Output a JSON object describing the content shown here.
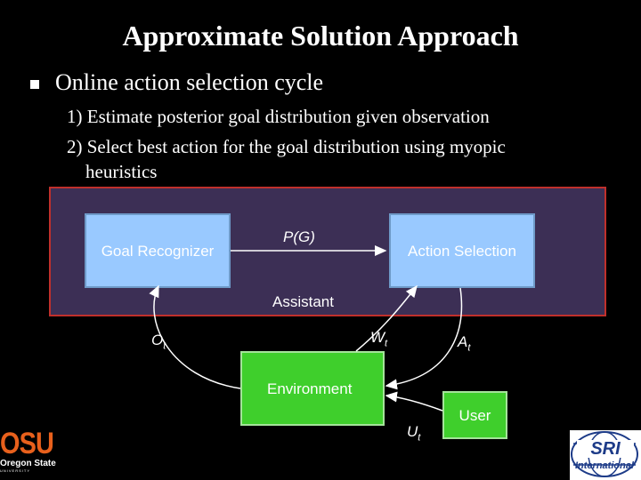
{
  "title": "Approximate Solution Approach",
  "bullet": "Online action selection cycle",
  "steps": {
    "step1": "1) Estimate posterior goal distribution given observation",
    "step2_line1": "2) Select best action for the goal distribution using myopic",
    "step2_line2": "heuristics"
  },
  "diagram": {
    "goal_recognizer": "Goal Recognizer",
    "action_selection": "Action Selection",
    "p_g": "P(G)",
    "assistant": "Assistant",
    "environment": "Environment",
    "user": "User",
    "o_label": "O",
    "o_sub": "t",
    "w_label": "W",
    "w_sub": "t",
    "a_label": "A",
    "a_sub": "t",
    "u_label": "U",
    "u_sub": "t"
  },
  "logos": {
    "osu_text": "OSU",
    "osu_caption": "Oregon State",
    "osu_caption2": "UNIVERSITY",
    "sri_text": "SRI",
    "sri_caption": "International"
  },
  "colors": {
    "assistant_fill": "#3c2f55",
    "assistant_border": "#c0302c",
    "box_blue": "#99c9ff",
    "box_green": "#3fcf2c"
  }
}
